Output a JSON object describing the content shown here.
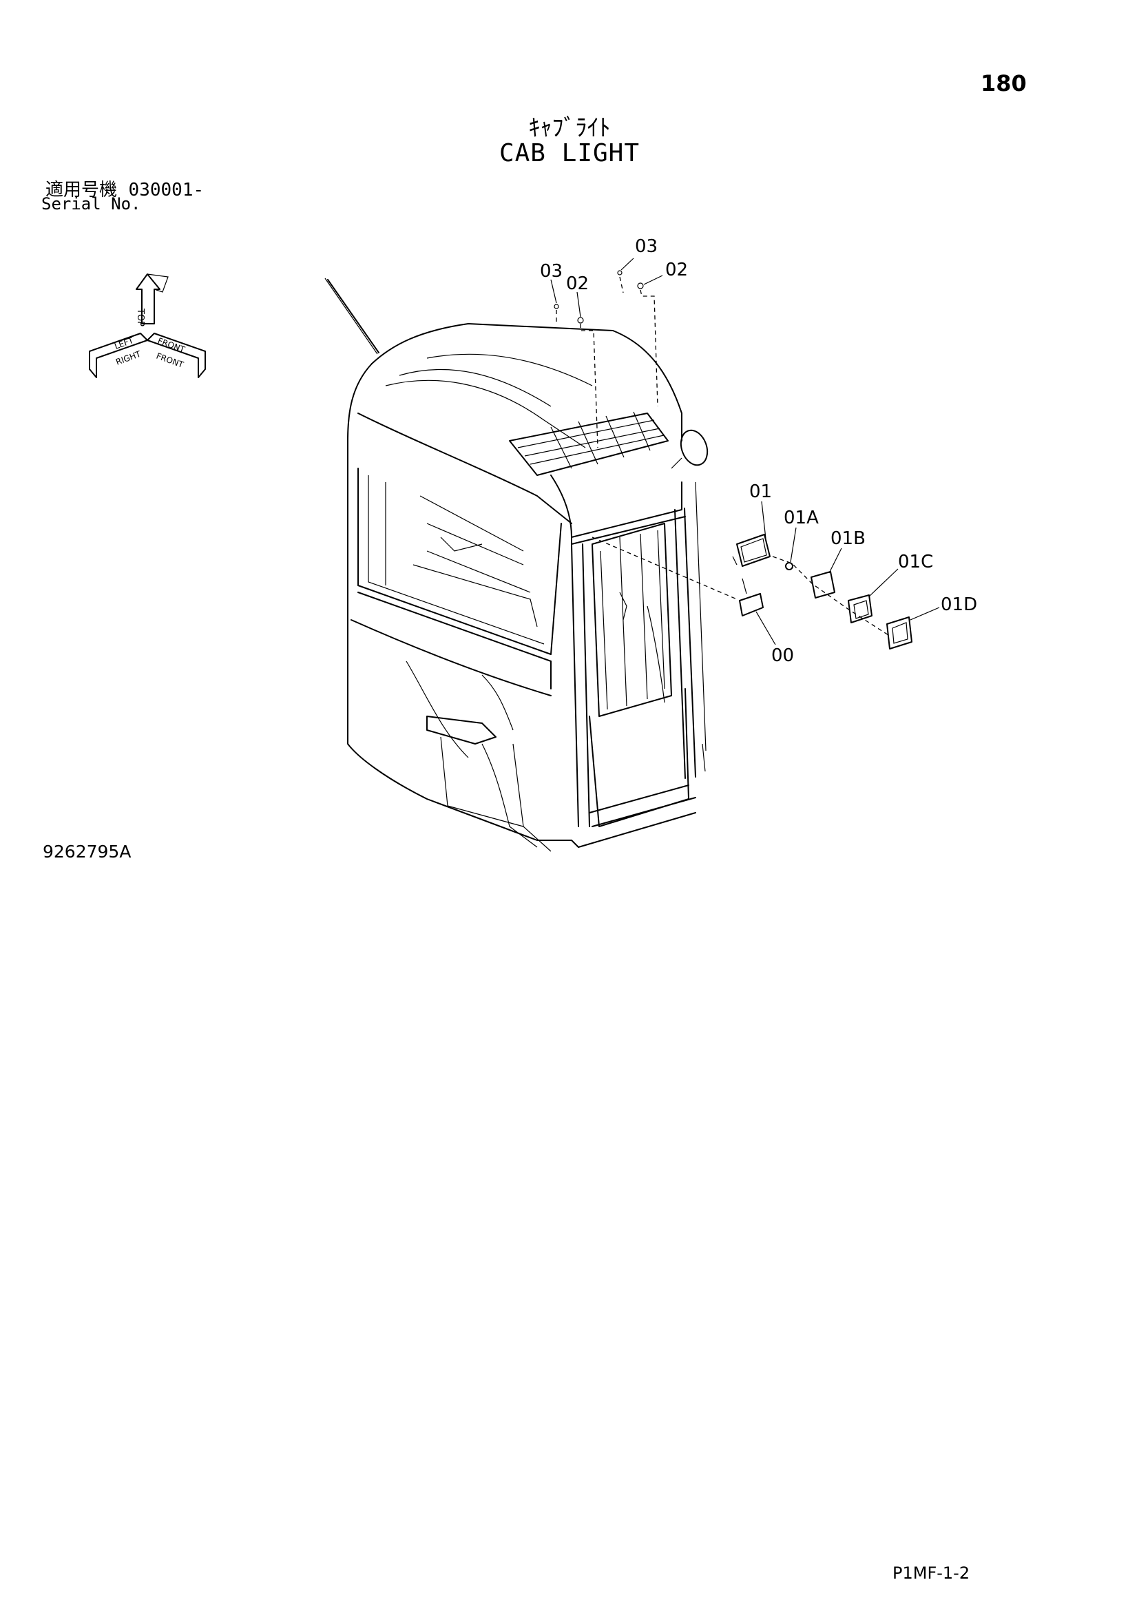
{
  "header": {
    "page_number": "180",
    "title_jp": "ｷｬﾌﾞﾗｲﾄ",
    "title_en": "CAB LIGHT"
  },
  "serial": {
    "label_jp": "適用号機",
    "value": "030001-",
    "label_en": "Serial No."
  },
  "orientation": {
    "top": "TOP",
    "left": "LEFT",
    "right": "RIGHT",
    "front": "FRONT"
  },
  "parts": {
    "p03a": "03",
    "p02a": "02",
    "p03b": "03",
    "p02b": "02",
    "p01": "01",
    "p01A": "01A",
    "p01B": "01B",
    "p01C": "01C",
    "p01D": "01D",
    "p00": "00"
  },
  "footer": {
    "drawing_number": "9262795A",
    "sheet_code": "P1MF-1-2"
  }
}
